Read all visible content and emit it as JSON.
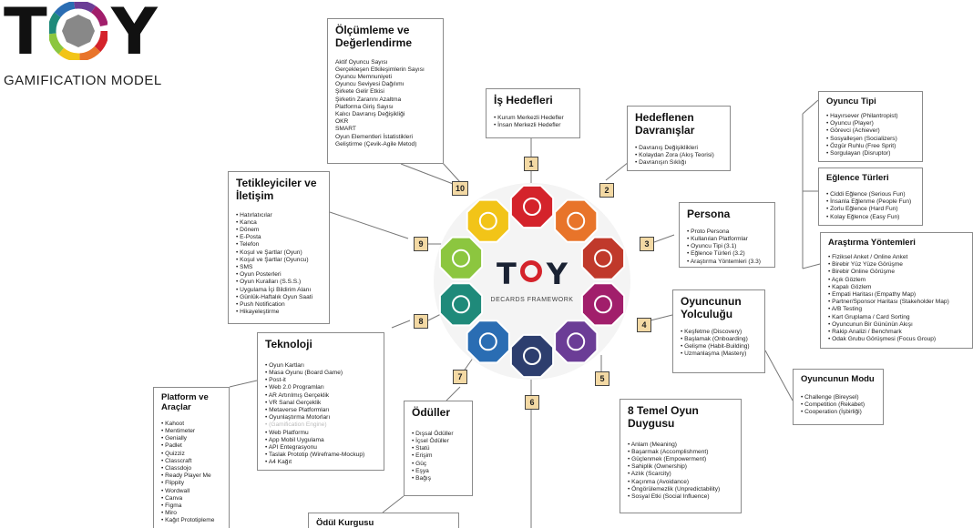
{
  "logo": {
    "letter_t": "T",
    "letter_y": "Y",
    "subtitle": "GAMIFICATION MODEL"
  },
  "center": {
    "brand_t": "T",
    "brand_y": "Y",
    "subtitle": "DECARDS FRAMEWORK"
  },
  "colors": {
    "red": "#d4232b",
    "orange": "#e8742a",
    "yellow": "#f2c418",
    "green": "#8cc63f",
    "teal": "#1f8a7a",
    "blue": "#2a6db3",
    "purple": "#6b3d96",
    "magenta": "#a11e6b",
    "darkred": "#c0392b",
    "dark": "#2d3e6e",
    "numtag": "#f3d9a4"
  },
  "icons": [
    "briefcase-icon",
    "brain-icon",
    "persona-face-icon",
    "journey-icon",
    "lotus-icon",
    "cards-icon",
    "trophy-icon",
    "helmet-icon",
    "gauge-icon",
    "growth-chart-icon"
  ],
  "numbers": [
    "1",
    "2",
    "3",
    "4",
    "5",
    "6",
    "7",
    "8",
    "9",
    "10"
  ],
  "boxes": {
    "olcumleme": {
      "title": "Ölçümleme ve Değerlendirme",
      "items": [
        "Aktif Oyuncu Sayısı",
        "Gerçekleşen Etkileşimlerin Sayısı",
        "Oyuncu Memnuniyeti",
        "Oyuncu Seviyesi Dağılımı",
        "Şirkete Gelir Etkisi",
        "Şirketin Zararını Azaltma",
        "Platforma Giriş Sayısı",
        "Kalıcı Davranış Değişikliği",
        "OKR",
        "SMART",
        "Oyun Elementleri İstatistikleri",
        "Geliştirme (Çevik-Agile Metod)"
      ]
    },
    "is_hedefleri": {
      "title": "İş Hedefleri",
      "items": [
        "Kurum Merkezli Hedefler",
        "İnsan Merkezli Hedefler"
      ]
    },
    "hedeflenen": {
      "title": "Hedeflenen Davranışlar",
      "items": [
        "Davranış Değişiklikleri",
        "Kolaydan Zora (Akış Teorisi)",
        "Davranışın Sıklığı"
      ]
    },
    "tetikleyiciler": {
      "title": "Tetikleyiciler ve İletişim",
      "items": [
        "Hatırlatıcılar",
        "Kanca",
        "Dönem",
        "E-Posta",
        "Telefon",
        "Koşul ve Şartlar (Oyun)",
        "Koşul ve Şartlar (Oyuncu)",
        "SMS",
        "Oyun Posterleri",
        "Oyun Kuralları (S.S.S.)",
        "Uygulama İçi Bildirim Alanı",
        "Günlük-Haftalık Oyun Saati",
        "Push Notification",
        "Hikayeleştirme"
      ]
    },
    "oyuncu_tipi": {
      "title": "Oyuncu Tipi",
      "items": [
        "Hayırsever (Philantropist)",
        "Oyuncu (Player)",
        "Görevci (Achiever)",
        "Sosyalleşen (Socializers)",
        "Özgür Ruhlu (Free Sprit)",
        "Sorgulayan (Disruptor)"
      ]
    },
    "eglence": {
      "title": "Eğlence Türleri",
      "items": [
        "Ciddi Eğlence (Serious Fun)",
        "İnsanla Eğlenme (People Fun)",
        "Zorlu Eğlence (Hard Fun)",
        "Kolay Eğlence (Easy Fun)"
      ]
    },
    "persona": {
      "title": "Persona",
      "items": [
        "Proto Persona",
        "Kullanılan Platformlar",
        "Oyuncu Tipi (3.1)",
        "Eğlence Türleri (3.2)",
        "Araştırma Yöntemleri (3.3)"
      ]
    },
    "arastirma": {
      "title": "Araştırma Yöntemleri",
      "items": [
        "Fiziksel Anket / Online Anket",
        "Birebir Yüz Yüze Görüşme",
        "Birebir Online Görüşme",
        "Açık Gözlem",
        "Kapalı Gözlem",
        "Empati Haritası (Empathy Map)",
        "Partner/Sponsor Haritası (Stakeholder Map)",
        "A/B Testing",
        "Kart Gruplama / Card Sorting",
        "Oyuncunun Bir Gününün Akışı",
        "Rakip Analizi / Benchmark",
        "Odak Grubu Görüşmesi (Focus Group)"
      ]
    },
    "yolculuk": {
      "title": "Oyuncunun Yolculuğu",
      "items": [
        "Keşfetme (Discovery)",
        "Başlamak (Onboarding)",
        "Gelişme (Habit-Building)",
        "Uzmanlaşma (Mastery)"
      ]
    },
    "oyuncu_modu": {
      "title": "Oyuncunun Modu",
      "items": [
        "Challenge (Bireysel)",
        "Competition (Rekabet)",
        "Cooperation (İşbirliği)"
      ]
    },
    "teknoloji": {
      "title": "Teknoloji",
      "items": [
        "Oyun Kartları",
        "Masa Oyunu (Board Game)",
        "Post-it",
        "Web 2.0 Programları",
        "AR Artırılmış Gerçeklik",
        "VR Sanal Gerçeklik",
        "Metaverse Platformları",
        "Oyunlaştırma Motorları",
        "(Gamification Engine)",
        "Web Platformu",
        "App Mobil Uygulama",
        "API Entegrasyonu",
        "Taslak Prototip (Wireframe-Mockup)",
        "A4 Kağıt"
      ]
    },
    "platform": {
      "title": "Platform ve Araçlar",
      "items": [
        "Kahoot",
        "Mentimeter",
        "Genially",
        "Padlet",
        "Quizziz",
        "Classcraft",
        "Classdojo",
        "Ready Player Me",
        "Flippity",
        "Wordwall",
        "Canva",
        "Figma",
        "Miro",
        "Kağıt Prototipleme"
      ]
    },
    "oduller": {
      "title": "Ödüller",
      "items": [
        "Dışsal Ödüller",
        "İçsel Ödüller",
        "Statü",
        "Erişim",
        "Güç",
        "Eşya",
        "Bağış"
      ]
    },
    "temel_oyun": {
      "title": "8 Temel Oyun Duygusu",
      "items": [
        "Anlam (Meaning)",
        "Başarmak (Accomplishment)",
        "Güçlenmek (Empowerment)",
        "Sahiplik (Ownership)",
        "Azlık (Scarcity)",
        "Kaçınma (Avoidance)",
        "Öngörülemezlik (Unpredictability)",
        "Sosyal Etki (Social Influence)"
      ]
    },
    "odul_kurgusu": {
      "title": "Ödül Kurgusu"
    }
  }
}
